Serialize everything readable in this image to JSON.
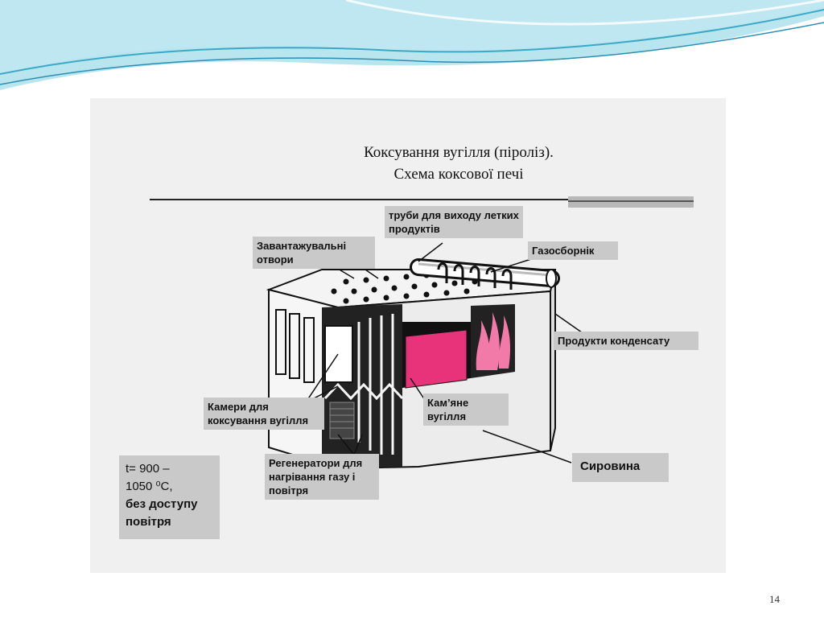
{
  "slide": {
    "title_line1": "Коксування вугілля (піроліз).",
    "title_line2": "Схема коксової печі",
    "page_number": "14"
  },
  "labels": {
    "pipes": "труби для виходу летких продуктів",
    "loading_holes": "Завантажувальні отвори",
    "gas_collector": "Газосборнік",
    "condensate": "Продукти конденсату",
    "chambers": "Камери для коксування вугілля",
    "coal": "Кам’яне вугілля",
    "raw_material": "Сировина",
    "regenerators": "Регенератори для нагрівання газу і повітря"
  },
  "conditions": {
    "temp_line1": "t= 900 –",
    "temp_line2": "1050 ⁰C,",
    "bold_line1": "без доступу",
    "bold_line2": "повітря"
  },
  "colors": {
    "accent_wave": "#5bbfd6",
    "label_bg": "#c9c9c9",
    "hot_coal": "#e8327a"
  }
}
